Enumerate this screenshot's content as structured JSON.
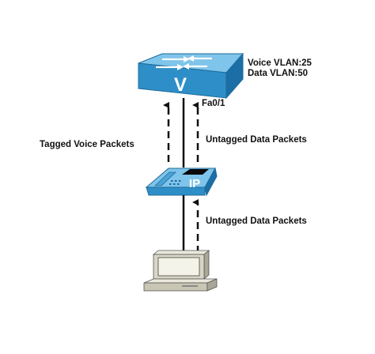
{
  "switch": {
    "icon_letter": "V",
    "voice_vlan": "Voice VLAN:25",
    "data_vlan": "Data VLAN:50",
    "port": "Fa0/1",
    "color": "#2e8fc8"
  },
  "ip_phone": {
    "icon_text": "IP",
    "color": "#2e8fc8"
  },
  "links": {
    "tagged_voice": "Tagged Voice Packets",
    "untagged_data_upper": "Untagged Data Packets",
    "untagged_data_lower": "Untagged Data Packets"
  },
  "pc": {
    "body_color": "#d8d6c4"
  }
}
